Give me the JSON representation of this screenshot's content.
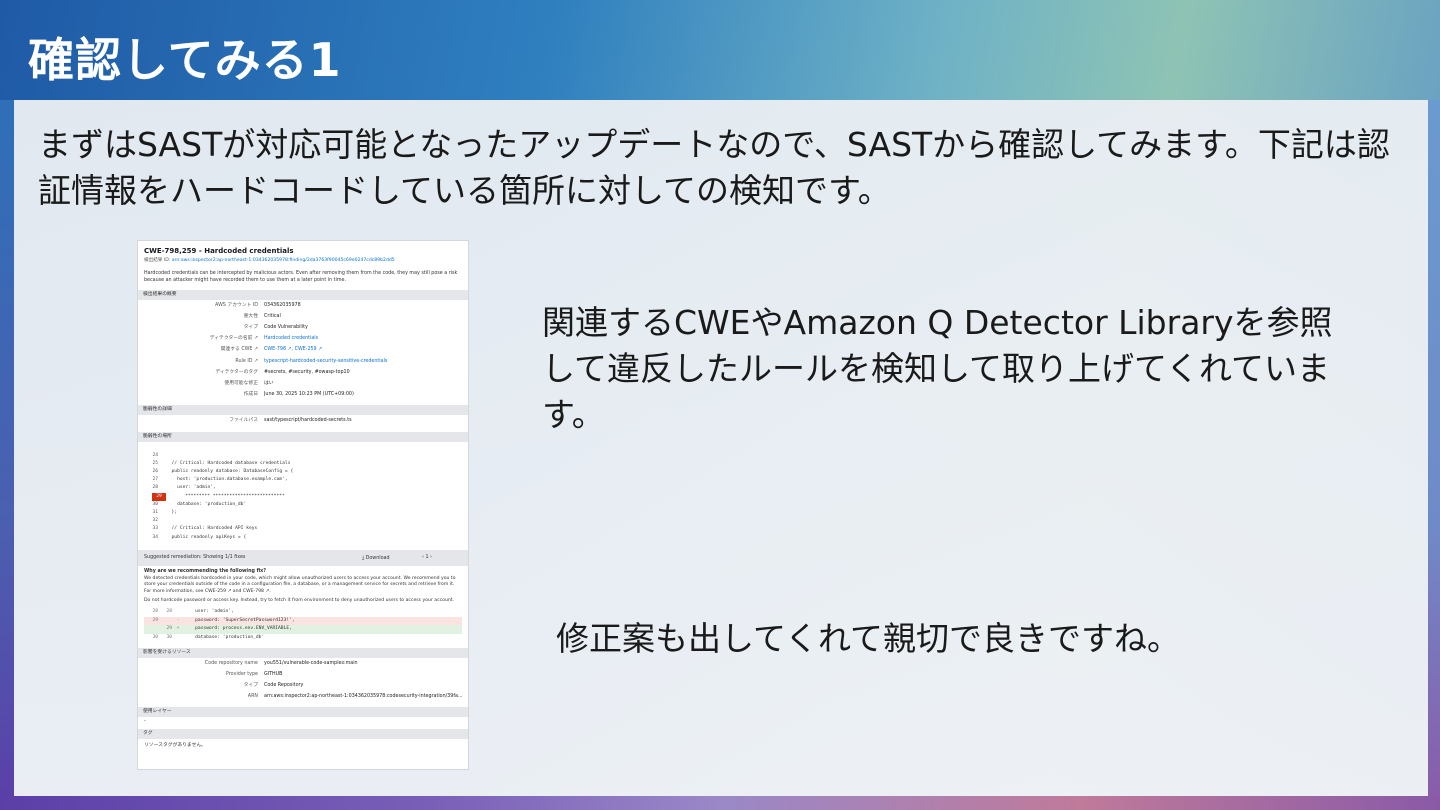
{
  "slide": {
    "title": "確認してみる1",
    "intro": "まずはSASTが対応可能となったアップデートなので、SASTから確認してみます。下記は認証情報をハードコードしている箇所に対しての検知です。",
    "note_1": "関連するCWEやAmazon Q Detector Libraryを参照して違反したルールを検知して取り上げてくれています。",
    "note_2": "修正案も出してくれて親切で良きですね。"
  },
  "finding": {
    "title": "CWE-798,259 - Hardcoded credentials",
    "id_label": "検出結果 ID:",
    "id_value": "arn:aws:inspector2:ap-northeast-1:034362035978:finding/2da3763f90045c69e0247cdc89b2dd5",
    "description": "Hardcoded credentials can be intercepted by malicious actors. Even after removing them from the code, they may still pose a risk because an attacker might have recorded them to use them at a later point in time.",
    "overview_header": "検出結果の概要",
    "overview": [
      {
        "k": "AWS アカウント ID",
        "v": "034362035978",
        "link": false
      },
      {
        "k": "重大性",
        "v": "Critical",
        "link": false
      },
      {
        "k": "タイプ",
        "v": "Code Vulnerability",
        "link": false
      },
      {
        "k": "ディテクターの名前 ↗",
        "v": "Hardcoded credentials",
        "link": true
      },
      {
        "k": "関連する CWE ↗",
        "v": "CWE-798 ↗, CWE-259 ↗",
        "link": true
      },
      {
        "k": "Rule ID ↗",
        "v": "typescript-hardcoded-security-sensitive-credentials",
        "link": true
      },
      {
        "k": "ディテクターのタグ",
        "v": "#secrets, #security, #owasp-top10",
        "link": false
      },
      {
        "k": "使用可能な修正",
        "v": "はい",
        "link": false
      },
      {
        "k": "作成日",
        "v": "June 30, 2025 10:23 PM (UTC+09:00)",
        "link": false
      }
    ],
    "vuln_detail_header": "脆弱性の詳細",
    "file_path_label": "ファイルパス",
    "file_path_value": "sast/typescript/hardcoded-secrets.ts",
    "vuln_location_header": "脆弱性の場所",
    "code": [
      {
        "no": "24",
        "tx": "",
        "hl": false
      },
      {
        "no": "25",
        "tx": "  // Critical: Hardcoded database credentials",
        "hl": false
      },
      {
        "no": "26",
        "tx": "  public readonly database: DatabaseConfig = {",
        "hl": false
      },
      {
        "no": "27",
        "tx": "    host: 'production.database.example.com',",
        "hl": false
      },
      {
        "no": "28",
        "tx": "    user: 'admin',",
        "hl": false
      },
      {
        "no": "29",
        "tx": "    ********* **************************",
        "hl": true
      },
      {
        "no": "30",
        "tx": "    database: 'production_db'",
        "hl": false
      },
      {
        "no": "31",
        "tx": "  };",
        "hl": false
      },
      {
        "no": "32",
        "tx": "",
        "hl": false
      },
      {
        "no": "33",
        "tx": "  // Critical: Hardcoded API keys",
        "hl": false
      },
      {
        "no": "34",
        "tx": "  public readonly apiKeys = {",
        "hl": false
      }
    ],
    "remediation_title": "Suggested remediation: Showing 1/1 fixes",
    "download_label": "⤓ Download",
    "pager": "‹  1  ›",
    "why_heading": "Why are we recommending the following fix?",
    "why_text": "We detected credentials hardcoded in your code, which might allow unauthorized users to access your account. We recommend you to store your credentials outside of the code in a configuration file, a database, or a management service for secrets and retrieve from it. For more information, see CWE-259 ↗ and CWE-798 ↗.",
    "advice_text": "Do not hardcode password or access key. Instead, try to fetch it from environment to deny unauthorized users to access your account.",
    "diff": [
      {
        "a": "28",
        "b": "28",
        "s": "",
        "tx": "    user: 'admin',",
        "type": "ctx"
      },
      {
        "a": "29",
        "b": "",
        "s": "-",
        "tx": "    password: 'SuperSecretPassword123!',",
        "type": "del"
      },
      {
        "a": "",
        "b": "29",
        "s": "+",
        "tx": "    password: process.env.ENV_VARIABLE,",
        "type": "add"
      },
      {
        "a": "30",
        "b": "30",
        "s": "",
        "tx": "    database: 'production_db'",
        "type": "ctx"
      }
    ],
    "resources_header": "影響を受けるリソース",
    "resources": [
      {
        "k": "Code repository name",
        "v": "you551/vulnerable-code-samples:main"
      },
      {
        "k": "Provider type",
        "v": "GITHUB"
      },
      {
        "k": "タイプ",
        "v": "Code Repository"
      },
      {
        "k": "ARN",
        "v": "arn:aws:inspector2:ap-northeast-1:034362035978:codesecurity-integration/39fa..."
      }
    ],
    "layers_header": "使用レイヤー",
    "layers_value": "-",
    "tags_header": "タグ",
    "tags_value": "リソースタグがありません。"
  }
}
